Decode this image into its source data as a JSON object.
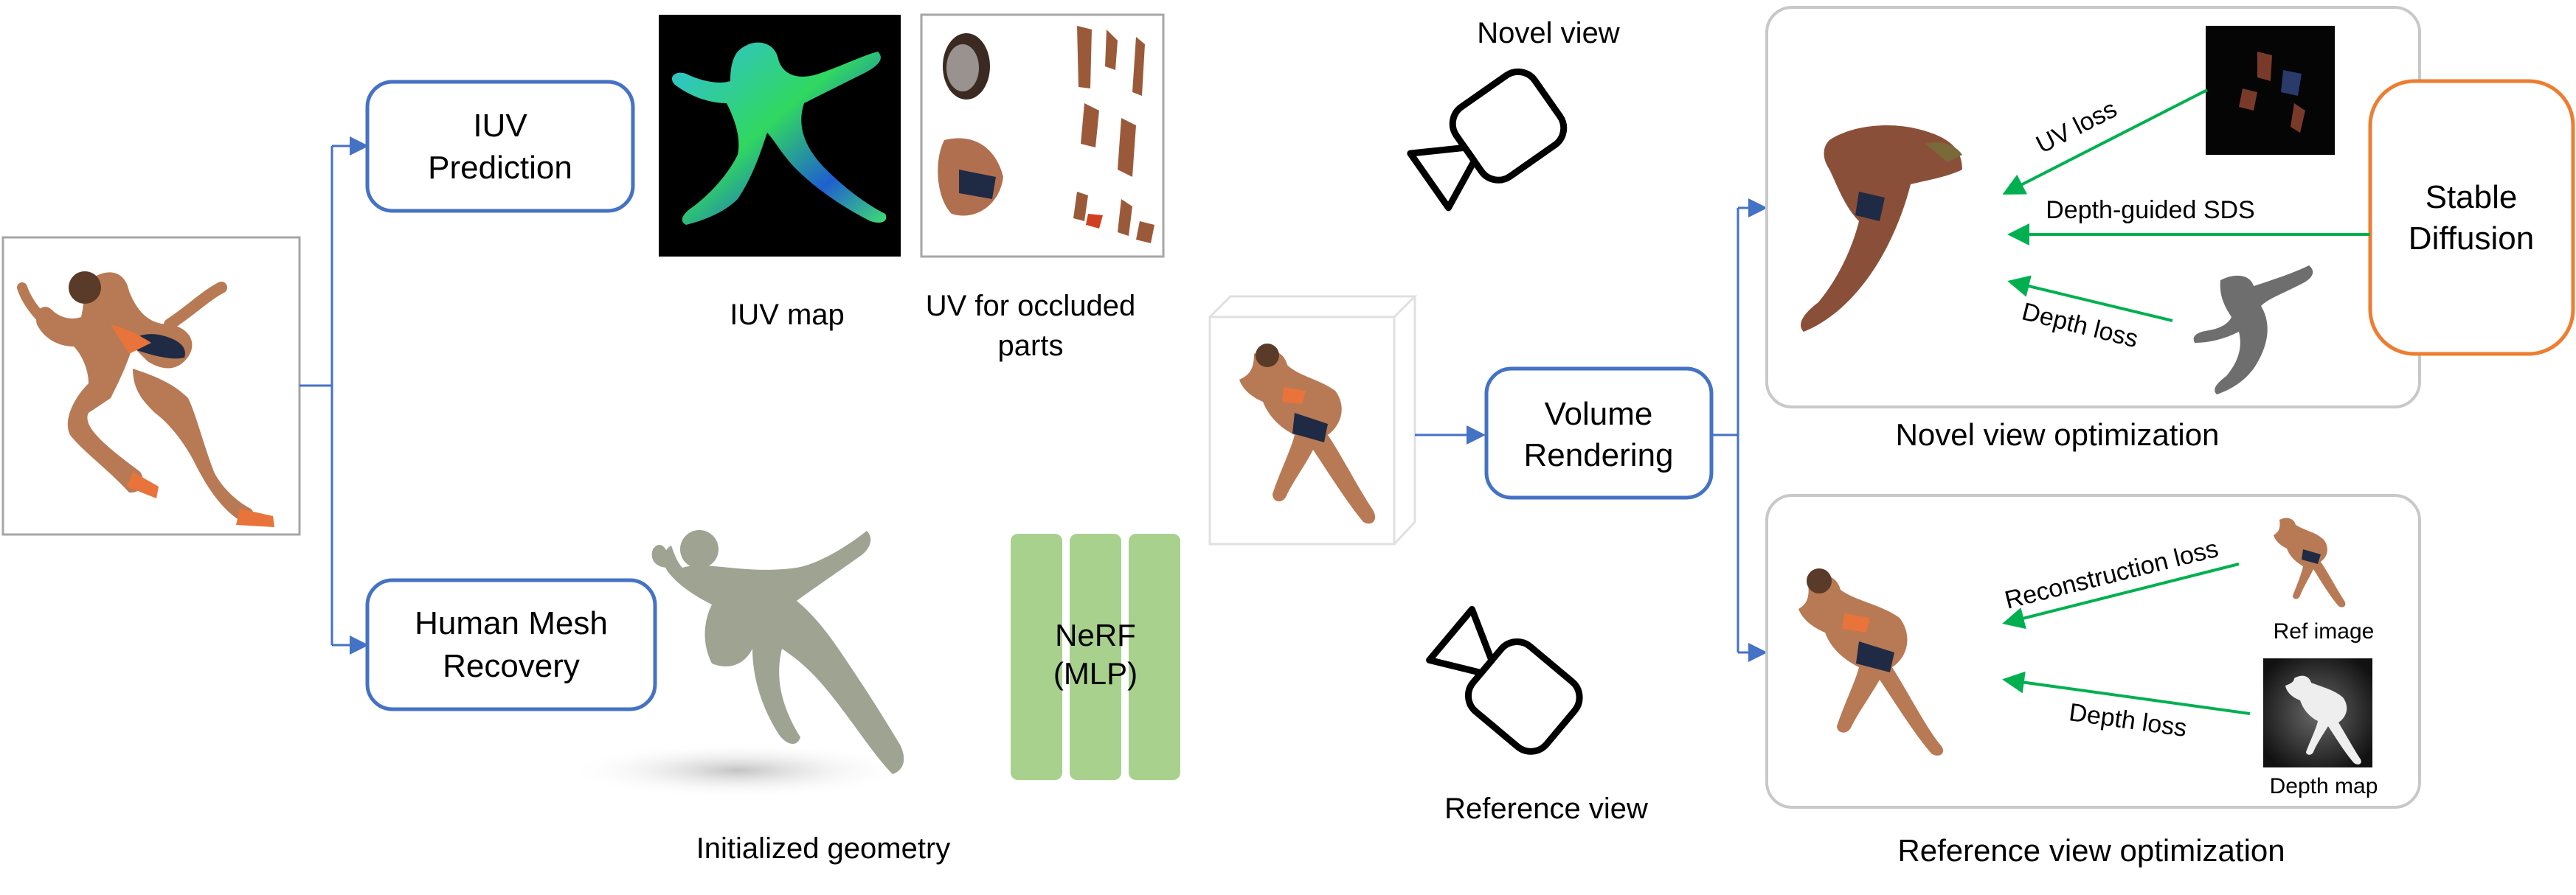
{
  "boxes": {
    "iuv_prediction": [
      "IUV",
      "Prediction"
    ],
    "human_mesh_recovery": [
      "Human Mesh",
      "Recovery"
    ],
    "volume_rendering": [
      "Volume",
      "Rendering"
    ],
    "stable_diffusion": [
      "Stable",
      "Diffusion"
    ],
    "nerf": [
      "NeRF",
      "(MLP)"
    ]
  },
  "labels": {
    "iuv_map": "IUV map",
    "uv_occluded": [
      "UV for occluded",
      "parts"
    ],
    "initialized_geometry": "Initialized geometry",
    "novel_view": "Novel view",
    "reference_view": "Reference view",
    "novel_view_optimization": "Novel view optimization",
    "reference_view_optimization": "Reference view optimization",
    "ref_image": "Ref image",
    "depth_map": "Depth map"
  },
  "losses": {
    "uv_loss": "UV loss",
    "depth_guided_sds": "Depth-guided SDS",
    "depth_loss_novel": "Depth loss",
    "reconstruction_loss": "Reconstruction loss",
    "depth_loss_ref": "Depth loss"
  },
  "colors": {
    "blue_box": "#4472c4",
    "orange_box": "#ed7d31",
    "green_arrow": "#00b050",
    "nerf_green": "#a9d18e",
    "panel_gray": "#c8c8c8"
  }
}
